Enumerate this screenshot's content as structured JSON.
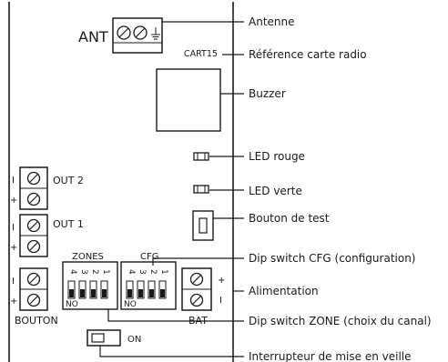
{
  "board": {
    "ant_label": "ANT",
    "ref_label": "CART15",
    "out2_label": "OUT 2",
    "out1_label": "OUT 1",
    "bouton_label": "BOUTON",
    "bat_label": "BAT",
    "zones_label": "ZONES",
    "cfg_label": "CFG",
    "no_label": "NO",
    "on_label": "ON",
    "plus": "+",
    "minus": "I",
    "dip_numbers": [
      "4",
      "3",
      "2",
      "1"
    ]
  },
  "callouts": {
    "antenne": "Antenne",
    "reference": "Référence carte radio",
    "buzzer": "Buzzer",
    "led_rouge": "LED rouge",
    "led_verte": "LED verte",
    "bouton_test": "Bouton de test",
    "dip_cfg": "Dip switch CFG (configuration)",
    "alimentation": "Alimentation",
    "dip_zone": "Dip switch ZONE (choix du canal)",
    "interrupteur": "Interrupteur de mise en veille"
  }
}
